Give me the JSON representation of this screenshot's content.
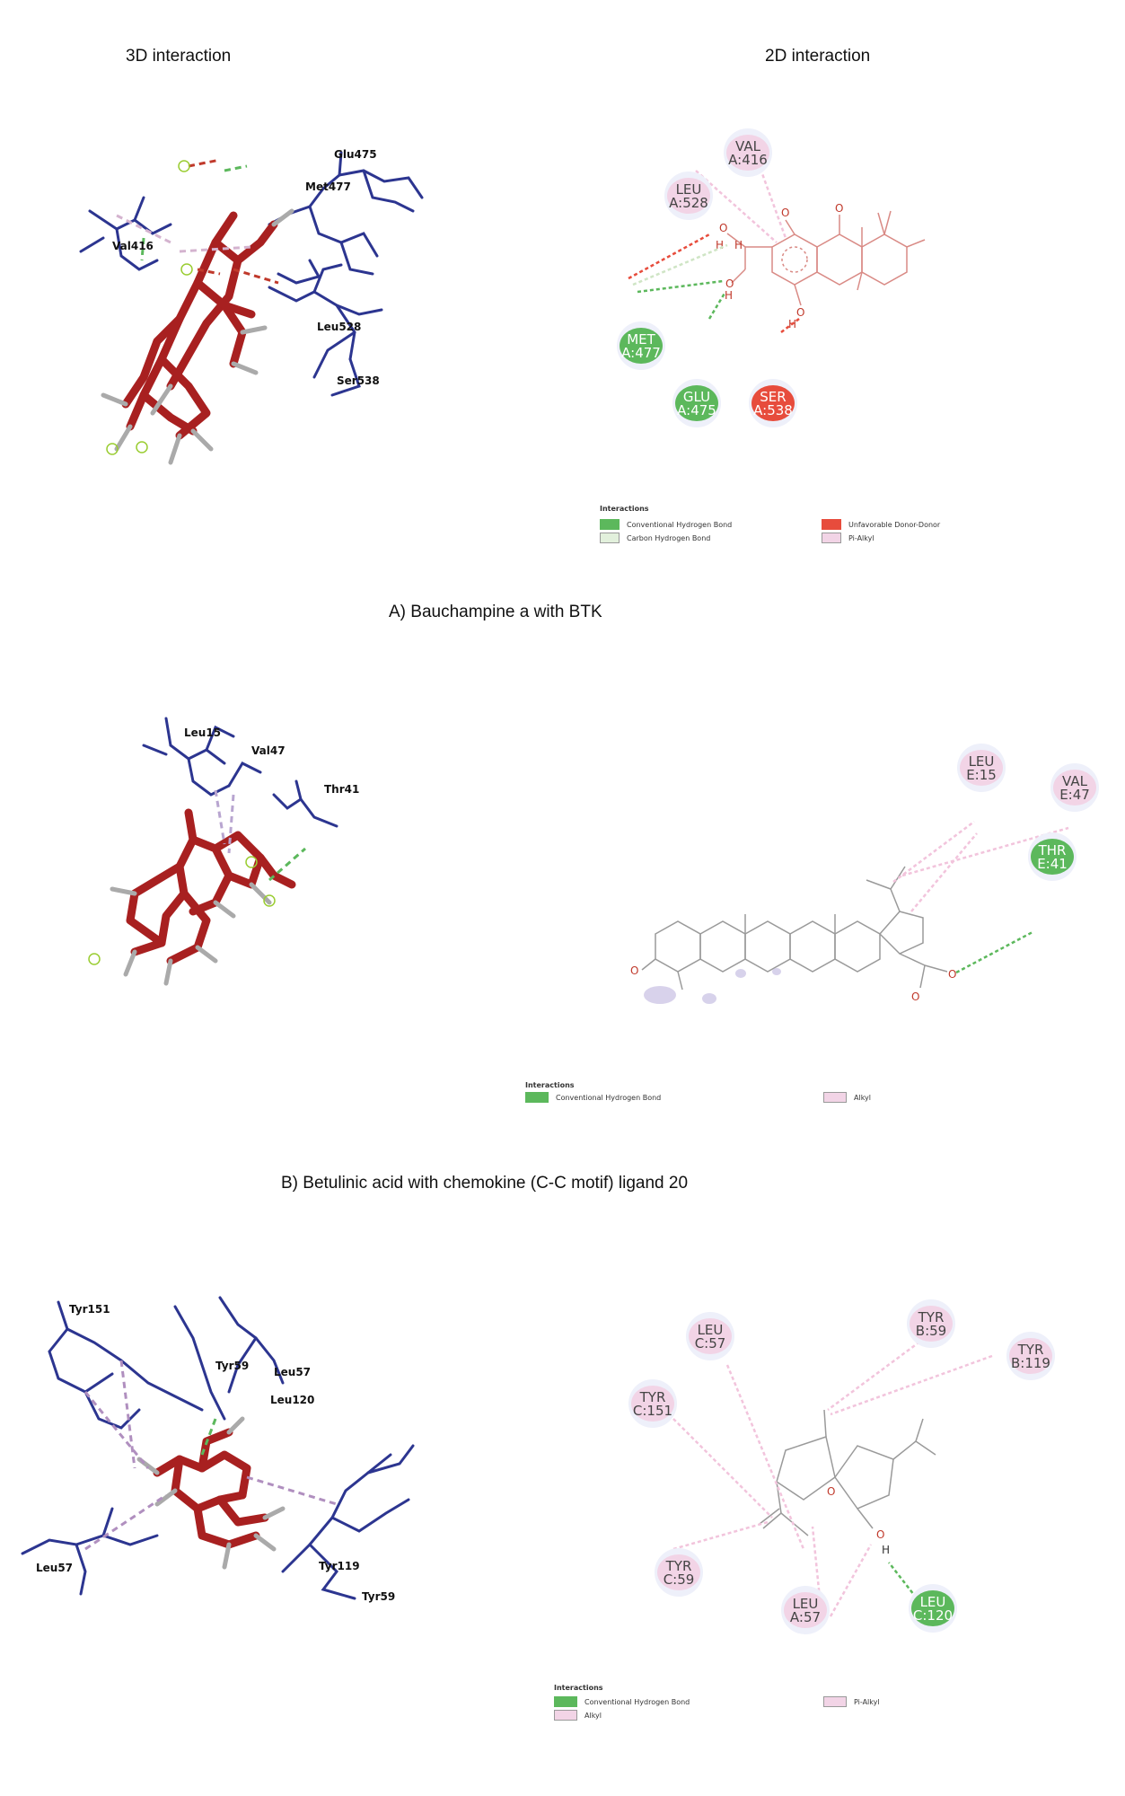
{
  "headers": {
    "left": "3D interaction",
    "right": "2D interaction"
  },
  "captions": {
    "a": "A) Bauchampine a with BTK",
    "b": "B) Betulinic acid with chemokine (C-C motif) ligand 20"
  },
  "panel_a": {
    "labels3d": [
      "Glu475",
      "Met477",
      "Val416",
      "Leu528",
      "Ser538"
    ],
    "residues": [
      {
        "name": "VAL",
        "id": "A:416",
        "type": "pi-alkyl"
      },
      {
        "name": "LEU",
        "id": "A:528",
        "type": "pi-alkyl"
      },
      {
        "name": "MET",
        "id": "A:477",
        "type": "conventional"
      },
      {
        "name": "GLU",
        "id": "A:475",
        "type": "conventional"
      },
      {
        "name": "SER",
        "id": "A:538",
        "type": "unfavorable"
      }
    ],
    "legend": {
      "title": "Interactions",
      "items": [
        "Conventional Hydrogen Bond",
        "Carbon Hydrogen Bond",
        "Unfavorable Donor-Donor",
        "Pi-Alkyl"
      ]
    }
  },
  "panel_b": {
    "labels3d": [
      "Leu15",
      "Val47",
      "Thr41"
    ],
    "residues": [
      {
        "name": "LEU",
        "id": "E:15",
        "type": "alkyl"
      },
      {
        "name": "VAL",
        "id": "E:47",
        "type": "alkyl"
      },
      {
        "name": "THR",
        "id": "E:41",
        "type": "conventional"
      }
    ],
    "legend": {
      "title": "Interactions",
      "items": [
        "Conventional Hydrogen Bond",
        "Alkyl"
      ]
    }
  },
  "panel_c": {
    "labels3d": [
      "Tyr151",
      "Tyr59",
      "Leu57",
      "Leu120",
      "Leu57",
      "Tyr119",
      "Tyr59"
    ],
    "residues": [
      {
        "name": "LEU",
        "id": "C:57",
        "type": "alkyl"
      },
      {
        "name": "TYR",
        "id": "B:59",
        "type": "pi-alkyl"
      },
      {
        "name": "TYR",
        "id": "B:119",
        "type": "pi-alkyl"
      },
      {
        "name": "TYR",
        "id": "C:151",
        "type": "pi-alkyl"
      },
      {
        "name": "TYR",
        "id": "C:59",
        "type": "pi-alkyl"
      },
      {
        "name": "LEU",
        "id": "A:57",
        "type": "alkyl"
      },
      {
        "name": "LEU",
        "id": "C:120",
        "type": "conventional"
      }
    ],
    "legend": {
      "title": "Interactions",
      "items": [
        "Conventional Hydrogen Bond",
        "Alkyl",
        "Pi-Alkyl"
      ]
    }
  },
  "atoms": {
    "o": "O",
    "h": "H"
  },
  "colors": {
    "conventional": "#5cb85c",
    "carbon_h": "#e2f0dc",
    "unfavorable": "#e74c3c",
    "pi_alkyl": "#f2d4e6",
    "alkyl": "#f2d4e6",
    "protein": "#2c3590",
    "ligand": "#a82020",
    "ligand2d_a": "#d98a85",
    "ligand2d_bc": "#9a9a9a"
  }
}
